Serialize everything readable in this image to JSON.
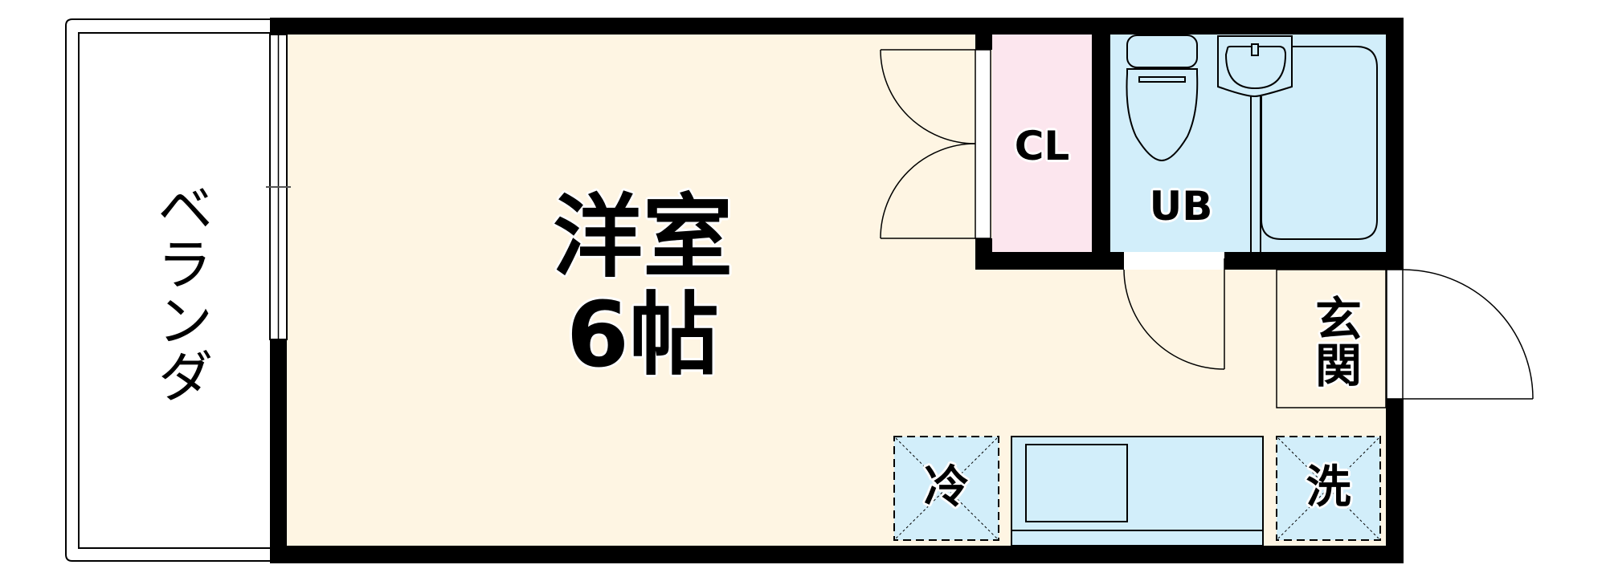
{
  "floorplan": {
    "colors": {
      "wall": "#000000",
      "room_floor": "#FEF5E3",
      "closet_fill": "#FCE6EE",
      "wet_area_fill": "#D2EEFA",
      "balcony_fill": "#FFFFFF",
      "line": "#000000"
    },
    "rooms": {
      "western_room": {
        "label_line1": "洋室",
        "label_line2": "6帖"
      },
      "closet": {
        "label": "CL"
      },
      "unit_bath": {
        "label": "UB"
      },
      "entrance": {
        "label": "玄関"
      },
      "balcony": {
        "label": "ベランダ"
      }
    },
    "appliances": {
      "refrigerator": {
        "label": "冷"
      },
      "washer": {
        "label": "洗"
      }
    }
  }
}
